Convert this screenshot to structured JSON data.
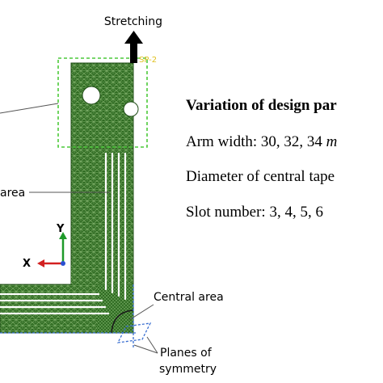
{
  "labels": {
    "stretching": "Stretching",
    "sp_tag": "SP-2",
    "area_left": "area",
    "axis_y": "Y",
    "axis_x": "X",
    "central_area": "Central area",
    "planes_line1": "Planes of",
    "planes_line2": "symmetry"
  },
  "params": {
    "title": "Variation of design par",
    "arm_width_text": "Arm width: 30, 32, 34 ",
    "arm_width_unit": "m",
    "diameter_text": "Diameter of central tape",
    "slot_text": "Slot number: 3, 4, 5, 6"
  },
  "colors": {
    "mesh_green": "#2f6b22",
    "mesh_line": "#7fb06a",
    "dash_box": "#4cc93a",
    "sym_blue": "#3a6fd1",
    "arrow_black": "#000000",
    "axis_red": "#d22020",
    "axis_green": "#1f9a2a"
  }
}
